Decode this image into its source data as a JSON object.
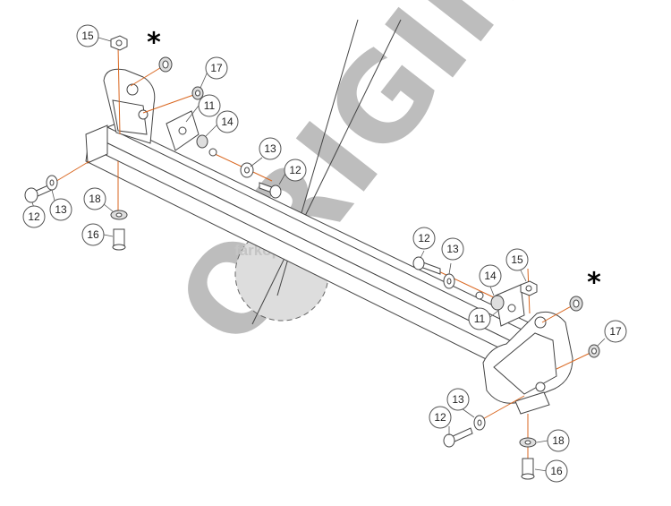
{
  "watermark": {
    "text": "ORIGINAL",
    "site": "farkop-center.ru",
    "color": "#bdbdbd"
  },
  "colors": {
    "axis": "#d9661f",
    "outline": "#444444",
    "callout_border": "#555555"
  },
  "star_symbol": "*",
  "callouts": {
    "c15_top": "15",
    "c17_top": "17",
    "c11_top": "11",
    "c14_top": "14",
    "c13_mid": "13",
    "c12_mid": "12",
    "c12_left": "12",
    "c13_left": "13",
    "c18_left": "18",
    "c16_left": "16",
    "c12_right": "12",
    "c13_right": "13",
    "c14_right": "14",
    "c15_right": "15",
    "c11_right": "11",
    "c17_right": "17",
    "c13_bottom": "13",
    "c12_bottom": "12",
    "c18_bottom": "18",
    "c16_bottom": "16"
  }
}
